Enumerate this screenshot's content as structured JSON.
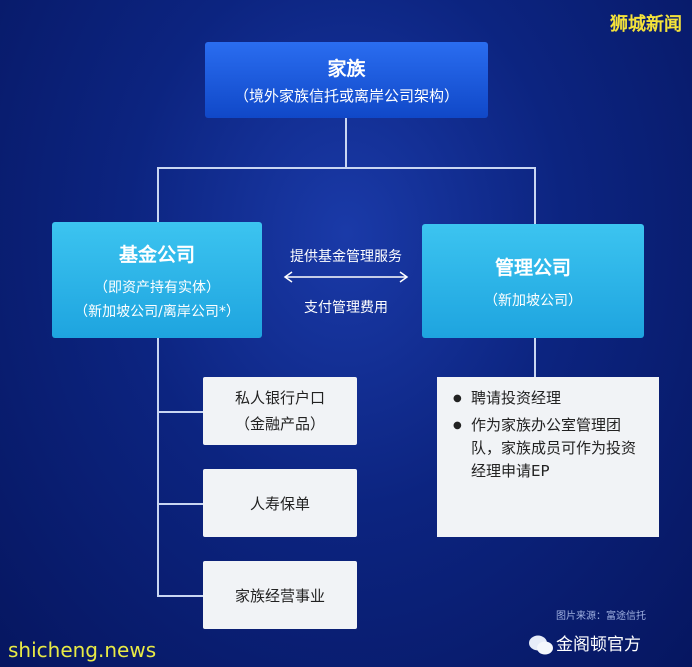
{
  "watermark_top": "狮城新闻",
  "site": "shicheng.news",
  "wechat_account": "金阁顿官方",
  "source": "图片来源：富途信托",
  "family": {
    "title": "家族",
    "subtitle": "（境外家族信托或离岸公司架构）"
  },
  "fund_company": {
    "title": "基金公司",
    "line1": "（即资产持有实体）",
    "line2": "（新加坡公司/离岸公司*）"
  },
  "mgmt_company": {
    "title": "管理公司",
    "line1": "（新加坡公司）"
  },
  "arrow_top": "提供基金管理服务",
  "arrow_bottom": "支付管理费用",
  "assets": [
    {
      "line1": "私人银行户口",
      "line2": "（金融产品）"
    },
    {
      "line1": "人寿保单"
    },
    {
      "line1": "家族经营事业"
    }
  ],
  "mgmt_items": [
    "聘请投资经理",
    "作为家族办公室管理团队，家族成员可作为投资经理申请EP"
  ],
  "colors": {
    "top_box": "#1f5ee0",
    "cyan_box": "#2fb6e8",
    "brand": "#f4e23a"
  }
}
